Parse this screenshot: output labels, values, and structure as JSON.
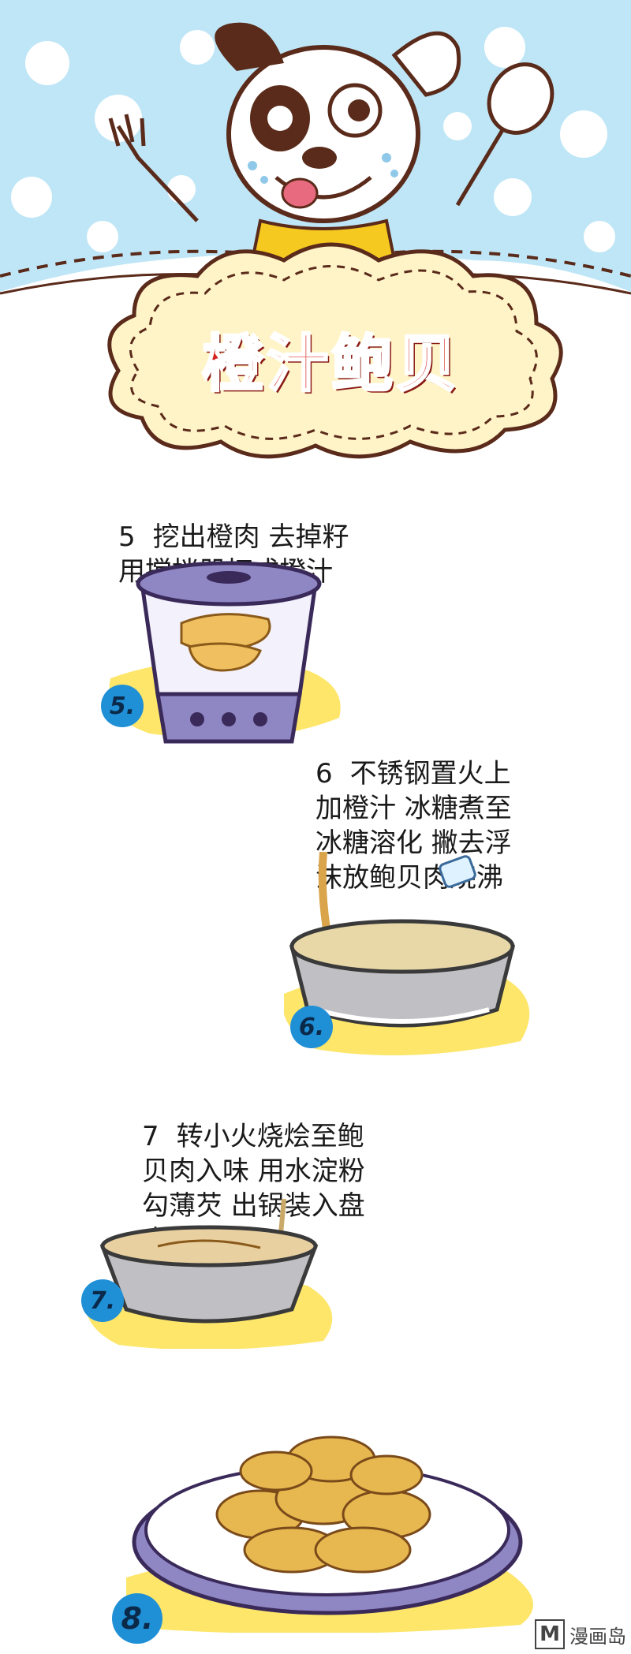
{
  "title": "橙汁鲍贝",
  "steps": [
    {
      "num": "5",
      "text": "挖出橙肉 去掉籽\n用搅拌器打成橙汁",
      "badge": "5."
    },
    {
      "num": "6",
      "text": "不锈钢置火上\n加橙汁 冰糖煮至\n冰糖溶化 撇去浮\n沫放鲍贝肉烧沸",
      "badge": "6."
    },
    {
      "num": "7",
      "text": "转小火烧烩至鲍\n贝肉入味 用水淀粉\n勾薄芡 出锅装入盘\n内即可",
      "badge": "7."
    },
    {
      "badge": "8."
    }
  ],
  "watermark": {
    "letter": "M",
    "text": "漫画岛"
  },
  "colors": {
    "sky": "#bfe6f6",
    "dot": "#ffffff",
    "title": "#d5231f",
    "cream": "#fff4c8",
    "yellow": "#fde66a",
    "brown": "#5a2a1a",
    "lavender": "#8f86c4",
    "badge": "#1f8fd6"
  }
}
